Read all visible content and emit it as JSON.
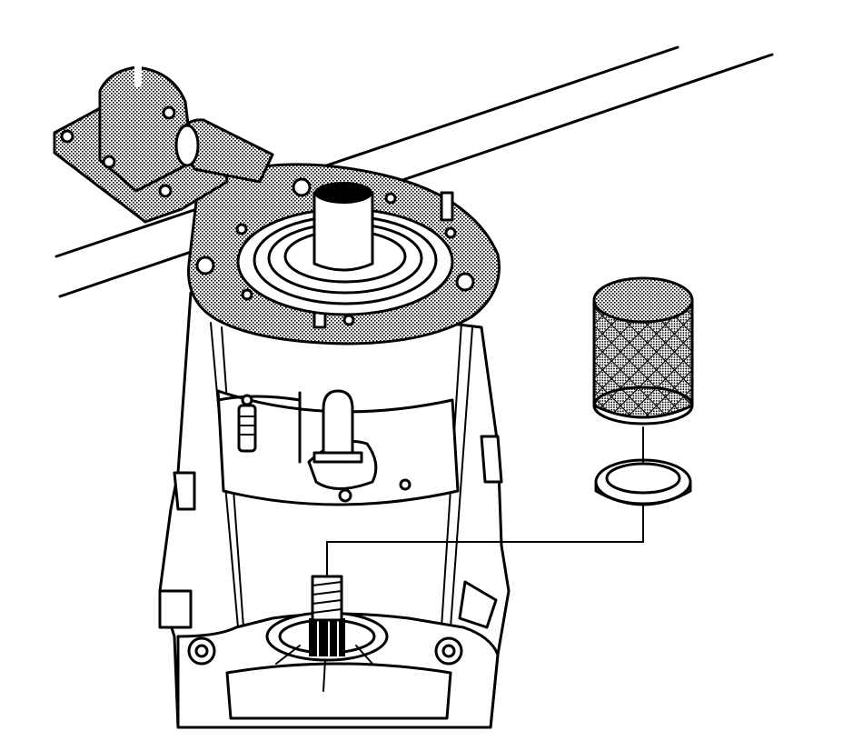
{
  "diagram": {
    "parts": [
      {
        "id": "bench",
        "icon": "bench-rails"
      },
      {
        "id": "holding-fixture",
        "icon": "holding-fixture"
      },
      {
        "id": "adapter-plate",
        "icon": "adapter-plate"
      },
      {
        "id": "output-shaft",
        "icon": "output-shaft"
      },
      {
        "id": "transmission-case",
        "icon": "transmission-case"
      },
      {
        "id": "seal-installer",
        "icon": "knurled-installer-tool"
      },
      {
        "id": "seal",
        "icon": "seal-ring"
      },
      {
        "id": "shaft-threaded-end",
        "icon": "threaded-shaft"
      }
    ],
    "colors": {
      "line": "#000000",
      "fill": "#ffffff",
      "stipple": "#8a8a8a"
    }
  }
}
